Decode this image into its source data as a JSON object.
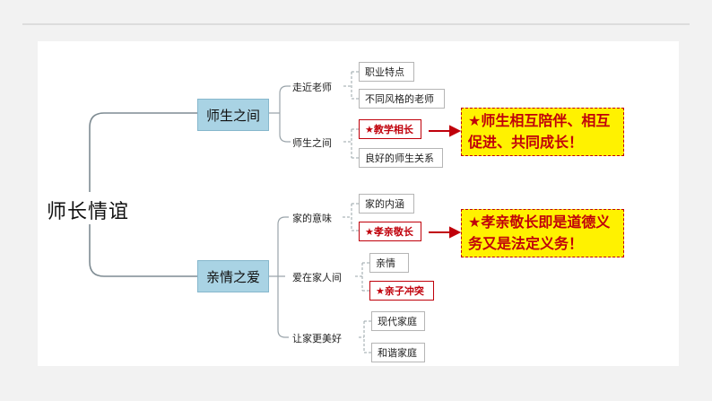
{
  "root": {
    "label": "师长情谊"
  },
  "branches": [
    {
      "label": "师生之间",
      "children": [
        {
          "label": "走近老师",
          "leaves": [
            "职业特点",
            "不同风格的老师"
          ]
        },
        {
          "label": "师生之间",
          "leaves": [
            "★教学相长",
            "良好的师生关系"
          ]
        }
      ]
    },
    {
      "label": "亲情之爱",
      "children": [
        {
          "label": "家的意味",
          "leaves": [
            "家的内涵",
            "★孝亲敬长"
          ]
        },
        {
          "label": "爱在家人间",
          "leaves": [
            "亲情",
            "★亲子冲突"
          ]
        },
        {
          "label": "让家更美好",
          "leaves": [
            "现代家庭",
            "和谐家庭"
          ]
        }
      ]
    }
  ],
  "callouts": [
    {
      "text": "★师生相互陪伴、相互促进、共同成长！"
    },
    {
      "text": "★孝亲敬长即是道德义务又是法定义务！"
    }
  ],
  "colors": {
    "node_fill": "#a9d3e4",
    "highlight": "#c0000b",
    "callout_bg": "#fff200",
    "line": "#7f8c93"
  }
}
